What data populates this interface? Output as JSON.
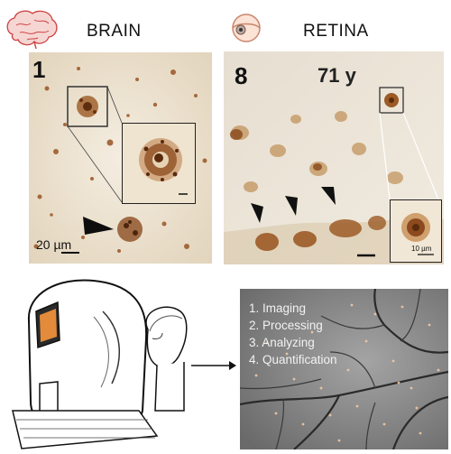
{
  "header": {
    "brain_label": "BRAIN",
    "retina_label": "RETINA",
    "brain_icon": "brain-icon",
    "eye_icon": "eye-icon"
  },
  "brain_panel": {
    "panel_number": "1",
    "scale_bar_label": "20 µm"
  },
  "retina_panel": {
    "panel_number": "8",
    "age_label": "71 y",
    "inset_scale_label": "10 µm"
  },
  "workflow": {
    "steps": [
      "1. Imaging",
      "2. Processing",
      "3. Analyzing",
      "4. Quantification"
    ]
  },
  "colors": {
    "stain_brown": "#8a4a1e",
    "tissue_background": "#ece4d4",
    "fundus_gray": "#8a8a8a",
    "camera_screen": "#e38b3a"
  }
}
